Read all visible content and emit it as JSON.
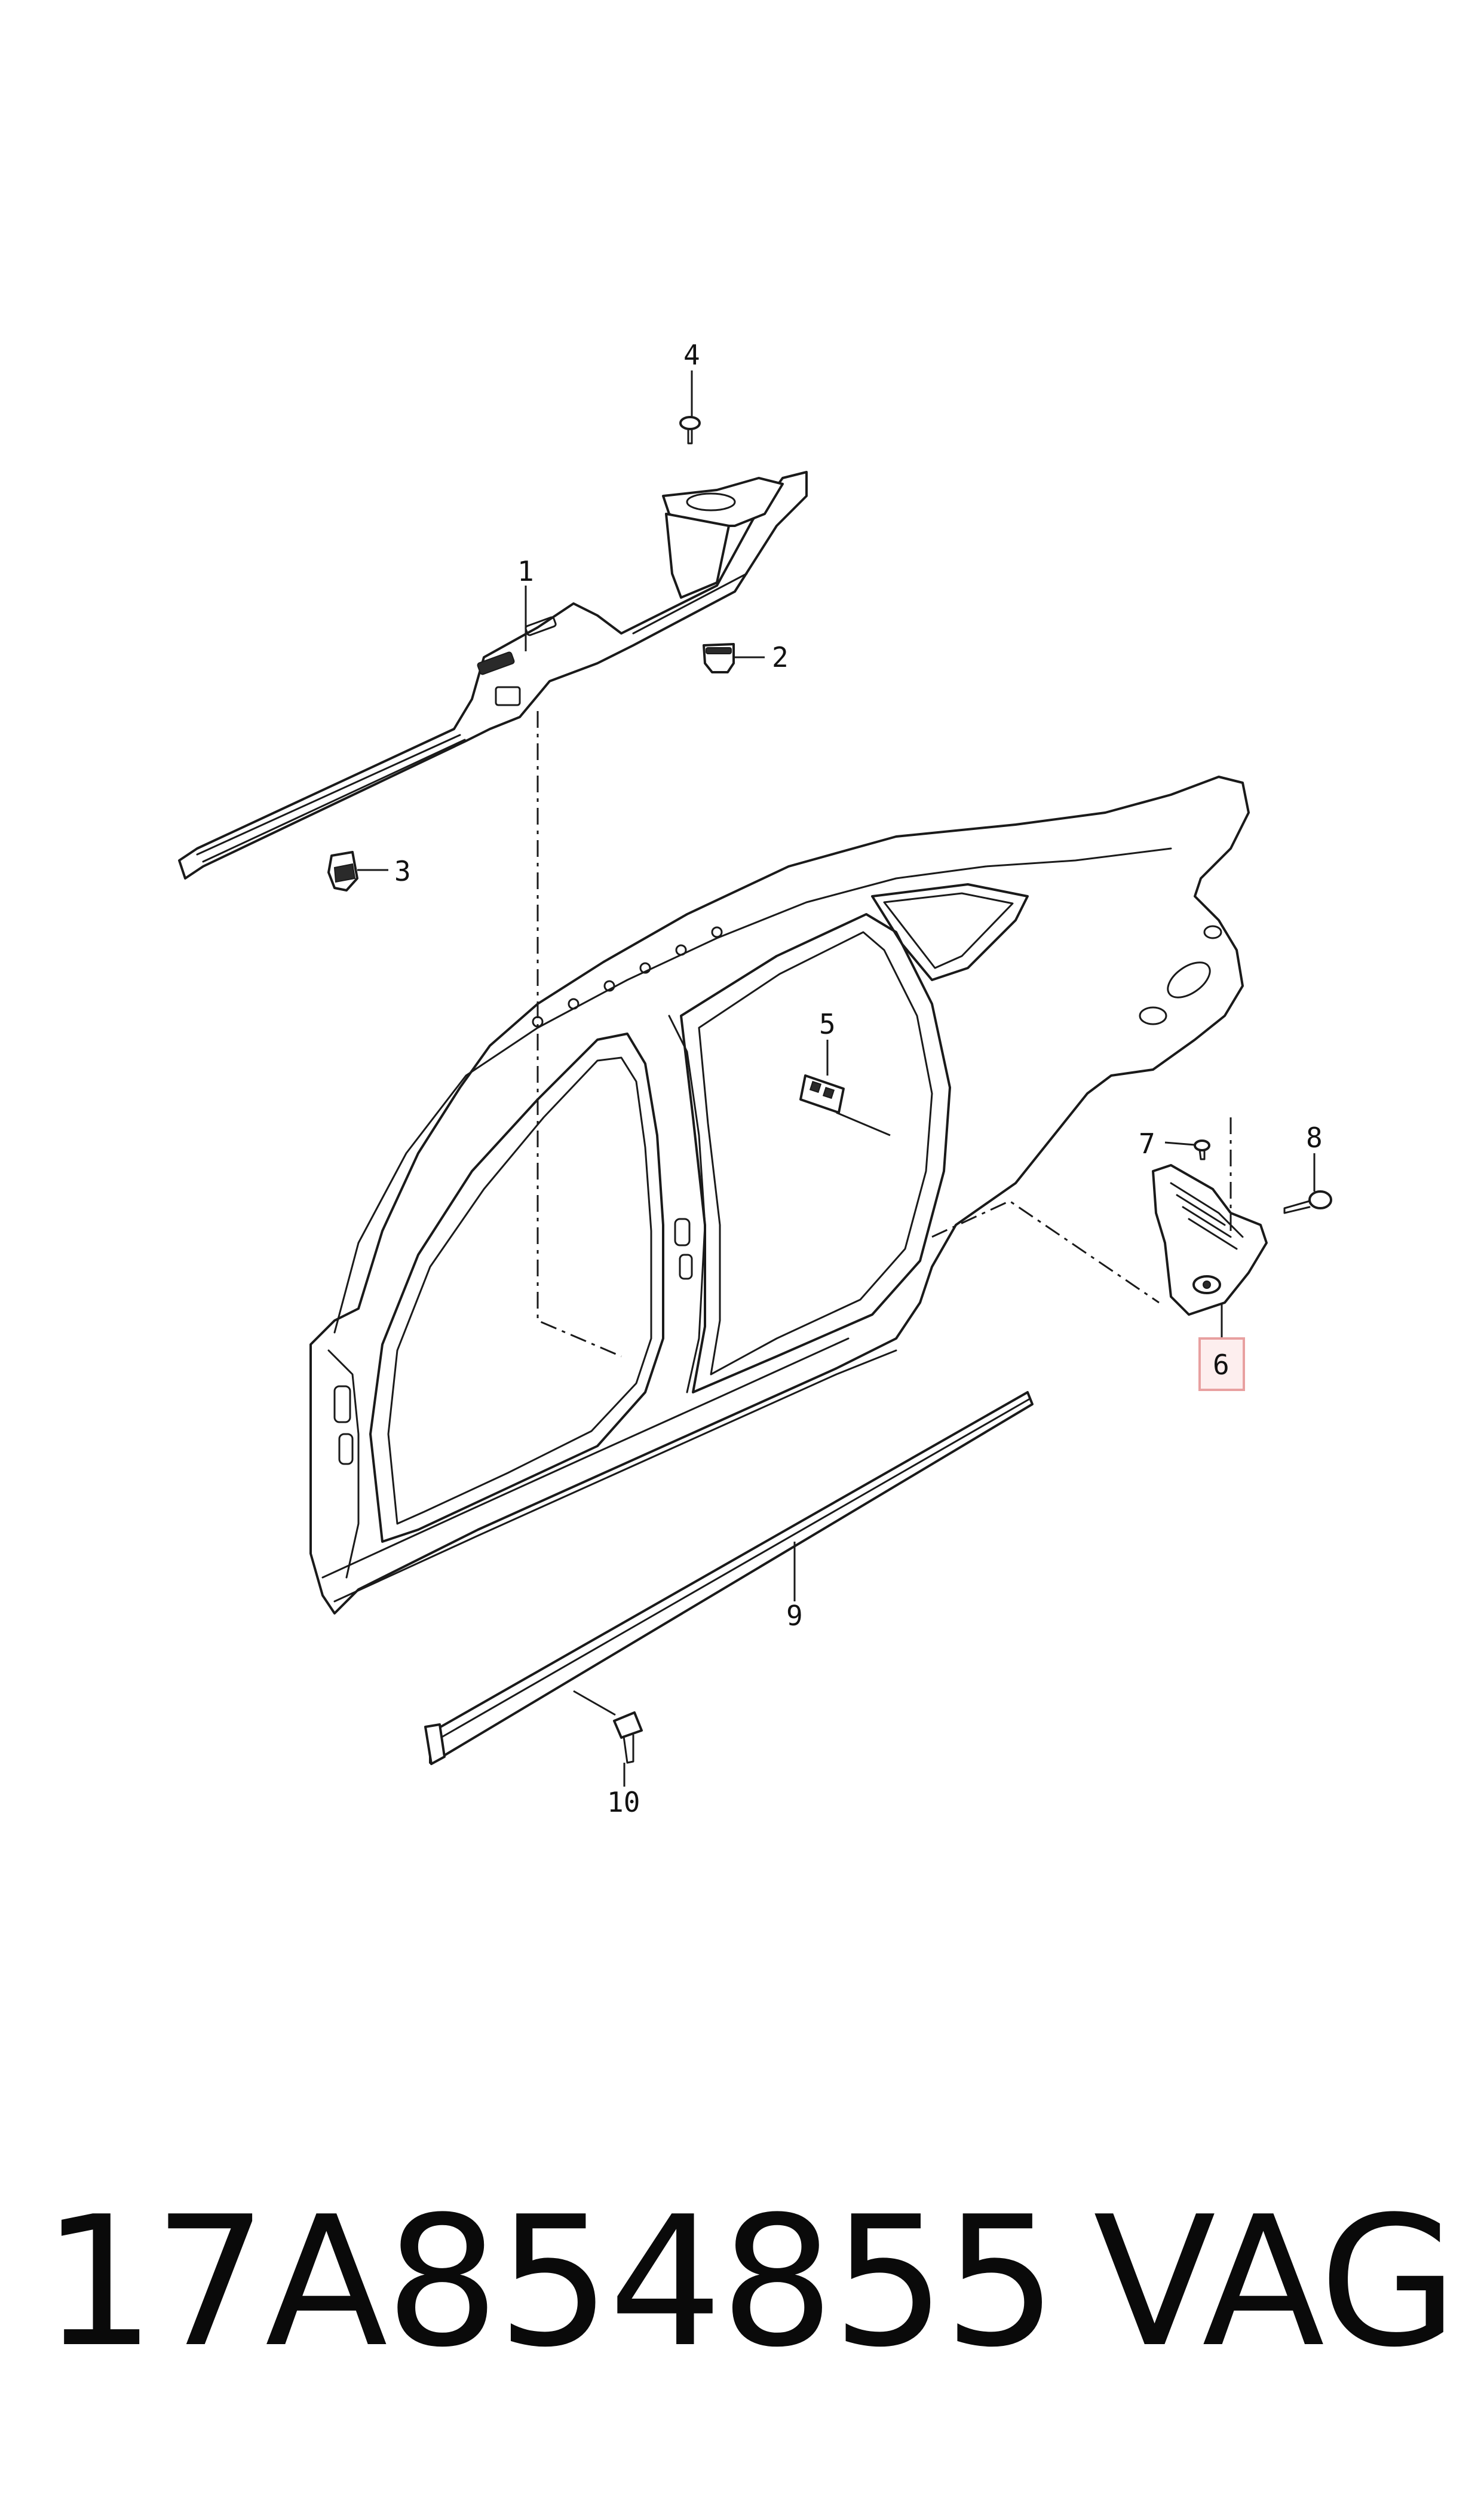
{
  "callouts": [
    {
      "id": "1",
      "label": "1",
      "highlighted": false
    },
    {
      "id": "2",
      "label": "2",
      "highlighted": false
    },
    {
      "id": "3",
      "label": "3",
      "highlighted": false
    },
    {
      "id": "4",
      "label": "4",
      "highlighted": false
    },
    {
      "id": "5",
      "label": "5",
      "highlighted": false
    },
    {
      "id": "6",
      "label": "6",
      "highlighted": true
    },
    {
      "id": "7",
      "label": "7",
      "highlighted": false
    },
    {
      "id": "8",
      "label": "8",
      "highlighted": false
    },
    {
      "id": "9",
      "label": "9",
      "highlighted": false
    },
    {
      "id": "10",
      "label": "10",
      "highlighted": false
    }
  ],
  "footer": {
    "part_number": "17A854855",
    "brand": "VAG"
  },
  "colors": {
    "line": "#1a1a1a",
    "highlight_box": "#e8a0a0",
    "highlight_fill": "#fdeeee",
    "background": "#ffffff"
  }
}
